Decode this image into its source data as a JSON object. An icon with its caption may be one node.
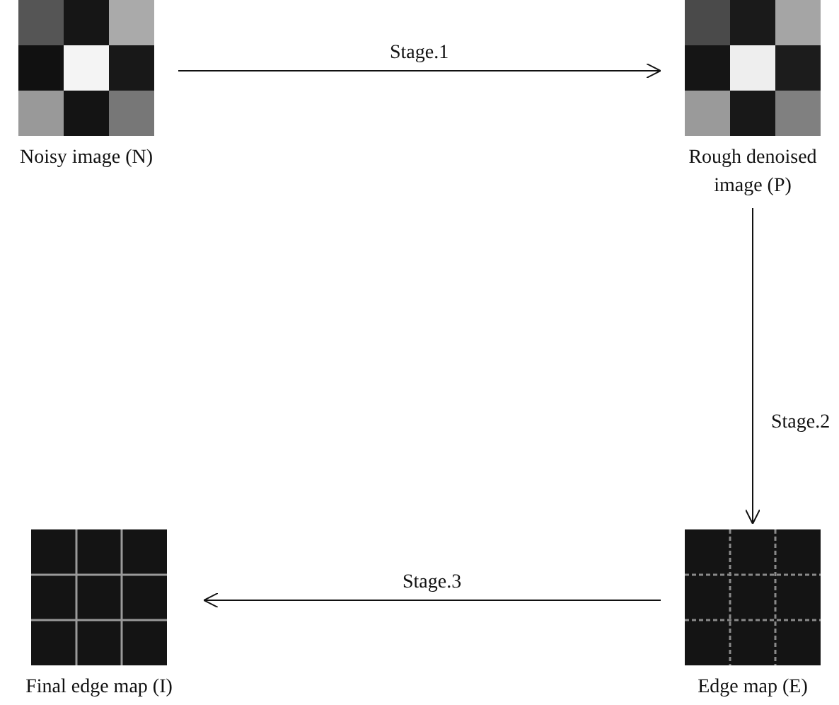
{
  "diagram": {
    "nodes": [
      {
        "text": [],
        "shape": "picture",
        "beside": [
          "Noisy image (N)"
        ]
      },
      {
        "text": [],
        "shape": "picture",
        "beside": [
          "Rough denoised image (P)"
        ]
      },
      {
        "text": [],
        "shape": "picture",
        "beside": [
          "Final edge map (I)"
        ]
      },
      {
        "text": [],
        "shape": "picture",
        "beside": [
          "Edge map (E)"
        ]
      }
    ],
    "edges": [
      {
        "from": 0,
        "to": 1,
        "arrow": "to",
        "label": "Stage.1"
      },
      {
        "from": 1,
        "to": 3,
        "arrow": "to",
        "label": "Stage.2"
      },
      {
        "from": 3,
        "to": 2,
        "arrow": "to",
        "label": "Stage.3"
      }
    ]
  }
}
